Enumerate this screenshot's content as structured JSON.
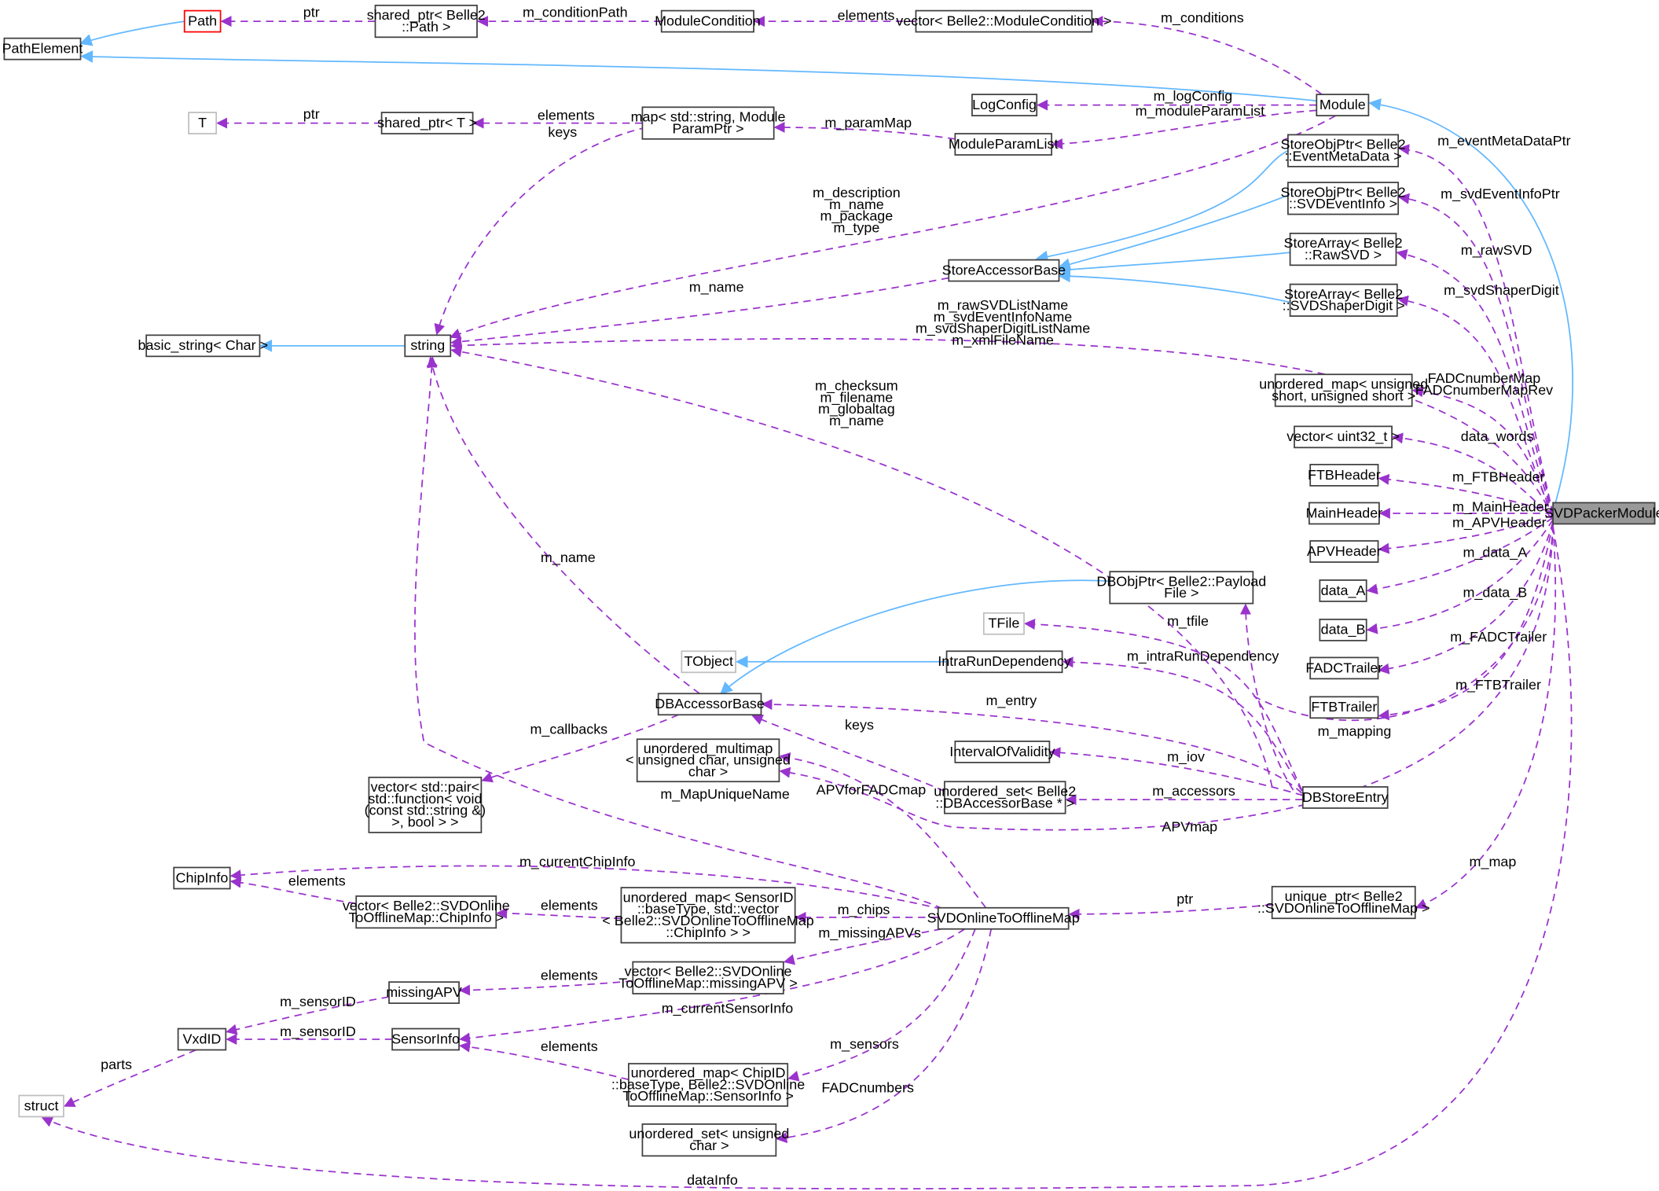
{
  "nodes": {
    "path_element": [
      "PathElement"
    ],
    "path": [
      "Path"
    ],
    "shared_ptr_path": [
      "shared_ptr< Belle2",
      "::Path >"
    ],
    "module_condition": [
      "ModuleCondition"
    ],
    "vector_module_condition": [
      "vector< Belle2::ModuleCondition >"
    ],
    "t": [
      "T"
    ],
    "shared_ptr_t": [
      "shared_ptr< T >"
    ],
    "map_param": [
      "map< std::string, Module",
      "ParamPtr >"
    ],
    "log_config": [
      "LogConfig"
    ],
    "module": [
      "Module"
    ],
    "module_param_list": [
      "ModuleParamList"
    ],
    "storeobj_event_meta": [
      "StoreObjPtr< Belle2",
      "::EventMetaData >"
    ],
    "storeobj_svd_event": [
      "StoreObjPtr< Belle2",
      "::SVDEventInfo >"
    ],
    "store_accessor_base": [
      "StoreAccessorBase"
    ],
    "storearray_raw_svd": [
      "StoreArray< Belle2",
      "::RawSVD >"
    ],
    "storearray_shaper": [
      "StoreArray< Belle2",
      "::SVDShaperDigit >"
    ],
    "basic_string": [
      "basic_string< Char >"
    ],
    "string": [
      "string"
    ],
    "unordered_map_short": [
      "unordered_map< unsigned",
      "short, unsigned short >"
    ],
    "vector_uint32": [
      "vector< uint32_t >"
    ],
    "ftb_header": [
      "FTBHeader"
    ],
    "main_header": [
      "MainHeader"
    ],
    "apv_header": [
      "APVHeader"
    ],
    "data_a": [
      "data_A"
    ],
    "data_b": [
      "data_B"
    ],
    "fadc_trailer": [
      "FADCTrailer"
    ],
    "ftb_trailer": [
      "FTBTrailer"
    ],
    "svd_packer_module": [
      "SVDPackerModule"
    ],
    "dbobjptr_payload": [
      "DBObjPtr< Belle2::Payload",
      "File >"
    ],
    "tfile": [
      "TFile"
    ],
    "tobject": [
      "TObject"
    ],
    "intra_run_dependency": [
      "IntraRunDependency"
    ],
    "db_accessor_base": [
      "DBAccessorBase"
    ],
    "unordered_multimap": [
      "unordered_multimap",
      "< unsigned char, unsigned",
      "char >"
    ],
    "interval_of_validity": [
      "IntervalOfValidity"
    ],
    "vector_pair_function": [
      "vector< std::pair<",
      "std::function< void",
      "(const std::string &)",
      ">, bool > >"
    ],
    "unordered_set_dbaccessor": [
      "unordered_set< Belle2",
      "::DBAccessorBase * >"
    ],
    "db_store_entry": [
      "DBStoreEntry"
    ],
    "chip_info": [
      "ChipInfo"
    ],
    "vector_chipinfo": [
      "vector< Belle2::SVDOnline",
      "ToOfflineMap::ChipInfo >"
    ],
    "unordered_map_sensorid": [
      "unordered_map< SensorID",
      "::baseType, std::vector",
      "< Belle2::SVDOnlineToOfflineMap",
      "::ChipInfo > >"
    ],
    "svd_online_to_offline": [
      "SVDOnlineToOfflineMap"
    ],
    "unique_ptr_svd": [
      "unique_ptr< Belle2",
      "::SVDOnlineToOfflineMap >"
    ],
    "missing_apv": [
      "missingAPV"
    ],
    "vector_missing_apv": [
      "vector< Belle2::SVDOnline",
      "ToOfflineMap::missingAPV >"
    ],
    "vxd_id": [
      "VxdID"
    ],
    "sensor_info": [
      "SensorInfo"
    ],
    "unordered_map_chipid": [
      "unordered_map< ChipID",
      "::baseType, Belle2::SVDOnline",
      "ToOfflineMap::SensorInfo >"
    ],
    "struct_node": [
      "struct"
    ],
    "unordered_set_uchar": [
      "unordered_set< unsigned",
      "char >"
    ]
  },
  "edge_labels": {
    "ptr_path": [
      "ptr"
    ],
    "m_condition_path": [
      "m_conditionPath"
    ],
    "elements_conditions": [
      "elements"
    ],
    "m_conditions": [
      "m_conditions"
    ],
    "ptr_t": [
      "ptr"
    ],
    "elements_shared_t": [
      "elements"
    ],
    "m_log_config": [
      "m_logConfig"
    ],
    "m_param_map": [
      "m_paramMap"
    ],
    "m_module_param_list": [
      "m_moduleParamList"
    ],
    "keys_map": [
      "keys"
    ],
    "m_event_meta_data_ptr": [
      "m_eventMetaDataPtr"
    ],
    "m_svd_event_info_ptr": [
      "m_svdEventInfoPtr"
    ],
    "module_strings": [
      "m_description",
      "m_name",
      "m_package",
      "m_type"
    ],
    "m_raw_svd": [
      "m_rawSVD"
    ],
    "m_svd_shaper_digit": [
      "m_svdShaperDigit"
    ],
    "m_name_store": [
      "m_name"
    ],
    "packer_strings": [
      "m_rawSVDListName",
      "m_svdEventInfoName",
      "m_svdShaperDigitListName",
      "m_xmlFileName"
    ],
    "fadc_maps": [
      "FADCnumberMap",
      "FADCnumberMapRev"
    ],
    "db_strings": [
      "m_checksum",
      "m_filename",
      "m_globaltag",
      "m_name"
    ],
    "data_words": [
      "data_words"
    ],
    "m_ftb_header": [
      "m_FTBHeader"
    ],
    "m_main_header": [
      "m_MainHeader"
    ],
    "m_apv_header": [
      "m_APVHeader"
    ],
    "m_data_a": [
      "m_data_A"
    ],
    "m_name_dbaccessor": [
      "m_name"
    ],
    "m_data_b": [
      "m_data_B"
    ],
    "m_tfile": [
      "m_tfile"
    ],
    "m_fadc_trailer": [
      "m_FADCTrailer"
    ],
    "m_intra_run_dependency": [
      "m_intraRunDependency"
    ],
    "m_ftb_trailer": [
      "m_FTBTrailer"
    ],
    "m_entry": [
      "m_entry"
    ],
    "m_mapping": [
      "m_mapping"
    ],
    "keys_set": [
      "keys"
    ],
    "m_callbacks": [
      "m_callbacks"
    ],
    "m_iov": [
      "m_iov"
    ],
    "apv_for_fadc_map": [
      "APVforFADCmap"
    ],
    "m_map_unique_name": [
      "m_MapUniqueName"
    ],
    "m_accessors": [
      "m_accessors"
    ],
    "apv_map": [
      "APVmap"
    ],
    "m_map": [
      "m_map"
    ],
    "m_current_chip_info": [
      "m_currentChipInfo"
    ],
    "elements_chipinfo": [
      "elements"
    ],
    "elements_sensorid": [
      "elements"
    ],
    "m_chips": [
      "m_chips"
    ],
    "ptr_unique": [
      "ptr"
    ],
    "m_missing_apvs": [
      "m_missingAPVs"
    ],
    "elements_missing": [
      "elements"
    ],
    "m_sensor_id_missing": [
      "m_sensorID"
    ],
    "m_current_sensor_info": [
      "m_currentSensorInfo"
    ],
    "m_sensor_id_sensor": [
      "m_sensorID"
    ],
    "parts": [
      "parts"
    ],
    "elements_sensorinfo": [
      "elements"
    ],
    "m_sensors": [
      "m_sensors"
    ],
    "fadc_numbers": [
      "FADCnumbers"
    ],
    "data_info": [
      "dataInfo"
    ]
  }
}
